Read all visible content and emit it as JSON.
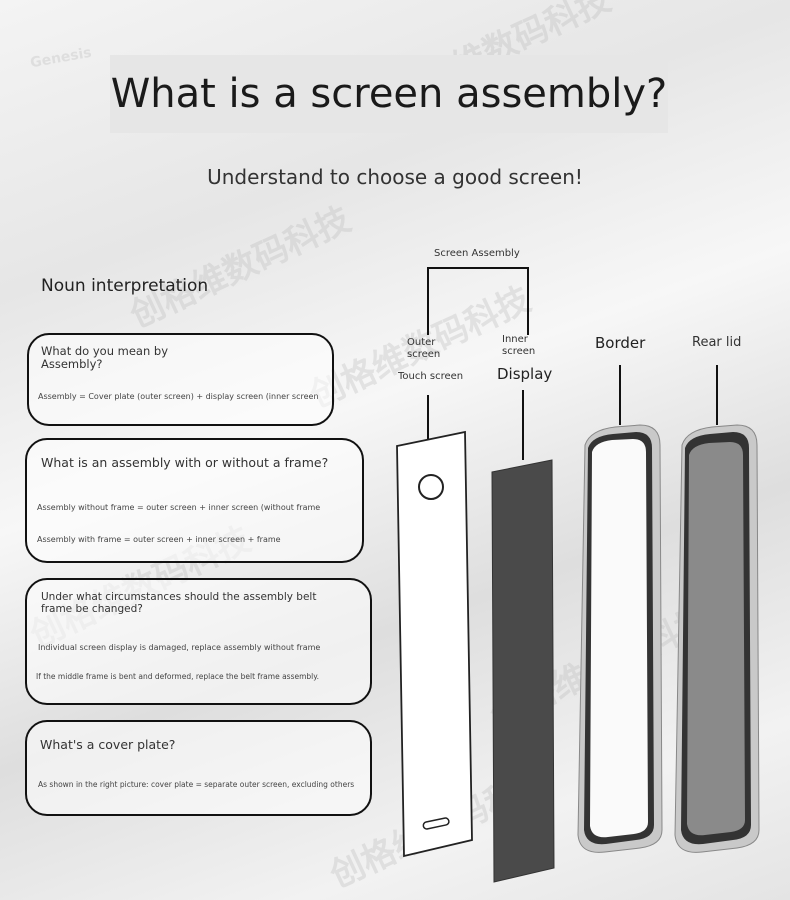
{
  "watermark": {
    "cn": "创格维数码科技",
    "en": "Genesis"
  },
  "header": {
    "title": "What is a screen assembly?",
    "subtitle": "Understand to choose a good screen!"
  },
  "section_title": "Noun interpretation",
  "cards": [
    {
      "question": "What do you mean by Assembly?",
      "answers": [
        "Assembly = Cover plate (outer screen) + display screen (inner screen"
      ]
    },
    {
      "question": "What is an assembly with or without a frame?",
      "answers": [
        "Assembly without frame = outer screen + inner screen (without frame",
        "Assembly with frame = outer screen + inner screen + frame"
      ]
    },
    {
      "question": "Under what circumstances should the assembly belt frame be changed?",
      "answers": [
        "Individual screen display is damaged, replace assembly without frame",
        "If the middle frame is bent and deformed, replace the belt frame assembly."
      ]
    },
    {
      "question": "What's a cover plate?",
      "answers": [
        "As shown in the right picture: cover plate = separate outer screen, excluding others"
      ]
    }
  ],
  "diagram": {
    "group_label": "Screen Assembly",
    "outer_label": "Outer screen",
    "touch_label": "Touch screen",
    "inner_label": "Inner screen",
    "display_label": "Display",
    "border_label": "Border",
    "rear_label": "Rear lid"
  }
}
